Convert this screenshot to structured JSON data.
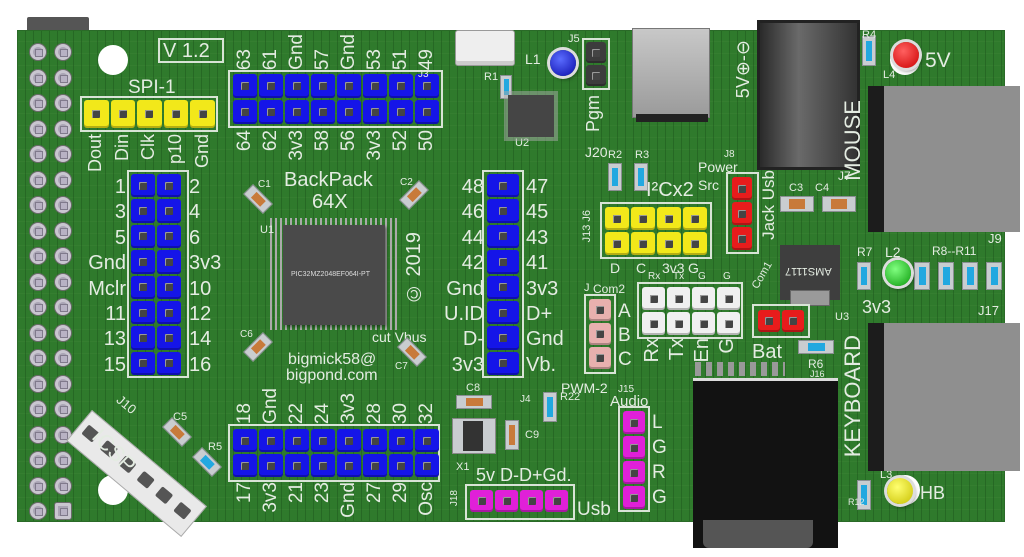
{
  "board": {
    "version": "V 1.2",
    "title_line1": "BackPack",
    "title_line2": "64X",
    "copyright": "© 2019",
    "email_line1": "bigmick58@",
    "email_line2": "bigpond.com",
    "mcu": "PIC32MZ2048EF064I-PT",
    "regulator": "AMS1117",
    "cut_vbus": "cut Vbus",
    "mouse": "MOUSE",
    "keyboard": "KEYBOARD",
    "power_symbol": "5V⊕-⊖",
    "led_5v": "5V",
    "led_3v3": "3v3",
    "led_hb": "HB"
  },
  "colors": {
    "board": "#2f7a2c",
    "blue_header": "#1515e8",
    "yellow_header": "#f2e81a",
    "red_header": "#e81c1c",
    "magenta_header": "#e020d8",
    "pink_header": "#e8b0ae",
    "white_header": "#f0f0f0"
  },
  "headers": {
    "spi": {
      "title": "SPI-1",
      "below": [
        "Dout",
        "Din",
        "Clk",
        "p10",
        "Gnd"
      ]
    },
    "top": {
      "above": [
        "63",
        "61",
        "Gnd",
        "57",
        "Gnd",
        "53",
        "51",
        "49"
      ],
      "below": [
        "64",
        "62",
        "3v3",
        "58",
        "56",
        "3v3",
        "52",
        "50"
      ]
    },
    "left": {
      "left": [
        "1",
        "3",
        "5",
        "Gnd",
        "Mclr",
        "11",
        "13",
        "15"
      ],
      "right": [
        "2",
        "4",
        "6",
        "3v3",
        "10",
        "12",
        "14",
        "16"
      ]
    },
    "right": {
      "left": [
        "48",
        "46",
        "44",
        "42",
        "Gnd",
        "U.ID",
        "D-",
        "3v3"
      ],
      "right": [
        "47",
        "45",
        "43",
        "41",
        "3v3",
        "D+",
        "Gnd",
        "Vb."
      ]
    },
    "bottom": {
      "above": [
        "18",
        "Gnd",
        "22",
        "24",
        "3v3",
        "28",
        "30",
        "32"
      ],
      "below": [
        "17",
        "3v3",
        "21",
        "23",
        "Gnd",
        "27",
        "29",
        "Osc"
      ]
    },
    "i2c": {
      "title": "I²Cx2",
      "ref": "J13 J6",
      "below": [
        "D",
        "C",
        "3v3",
        "G"
      ]
    },
    "com2": {
      "title": "Com2",
      "ref": "J",
      "above": [
        "Rx",
        "Tx",
        "G",
        "G"
      ],
      "below": [
        "Rx",
        "Tx",
        "En",
        "G"
      ],
      "side": "Com1"
    },
    "pwm": {
      "title": "PWM-2",
      "ref": "J4",
      "right": [
        "A",
        "B",
        "C"
      ]
    },
    "bat": {
      "title": "Bat"
    },
    "power": {
      "line1": "Power",
      "line2": "Src",
      "ref": "J8",
      "side": "Jack Usb"
    },
    "audio": {
      "title": "Audio",
      "ref": "J15",
      "right": [
        "L",
        "G",
        "R",
        "G"
      ]
    },
    "usb": {
      "above": "5v D-D+Gd.",
      "title": "Usb",
      "ref": "J18"
    },
    "pgm": {
      "title": "Pgm",
      "ref": "J5"
    },
    "icsp": {
      "title": "ICSP",
      "ref": "J10"
    }
  },
  "refs": [
    "C1",
    "C2",
    "C6",
    "C7",
    "C5",
    "R5",
    "R1",
    "U2",
    "L1",
    "R2",
    "R3",
    "C3",
    "C4",
    "R4",
    "L4",
    "R7",
    "L2",
    "J9",
    "R8--R11",
    "R6",
    "J16",
    "R22",
    "C9",
    "C8",
    "X1",
    "R12",
    "L3",
    "J20",
    "J7",
    "U3",
    "J17",
    "U1",
    "J3",
    "J4"
  ]
}
